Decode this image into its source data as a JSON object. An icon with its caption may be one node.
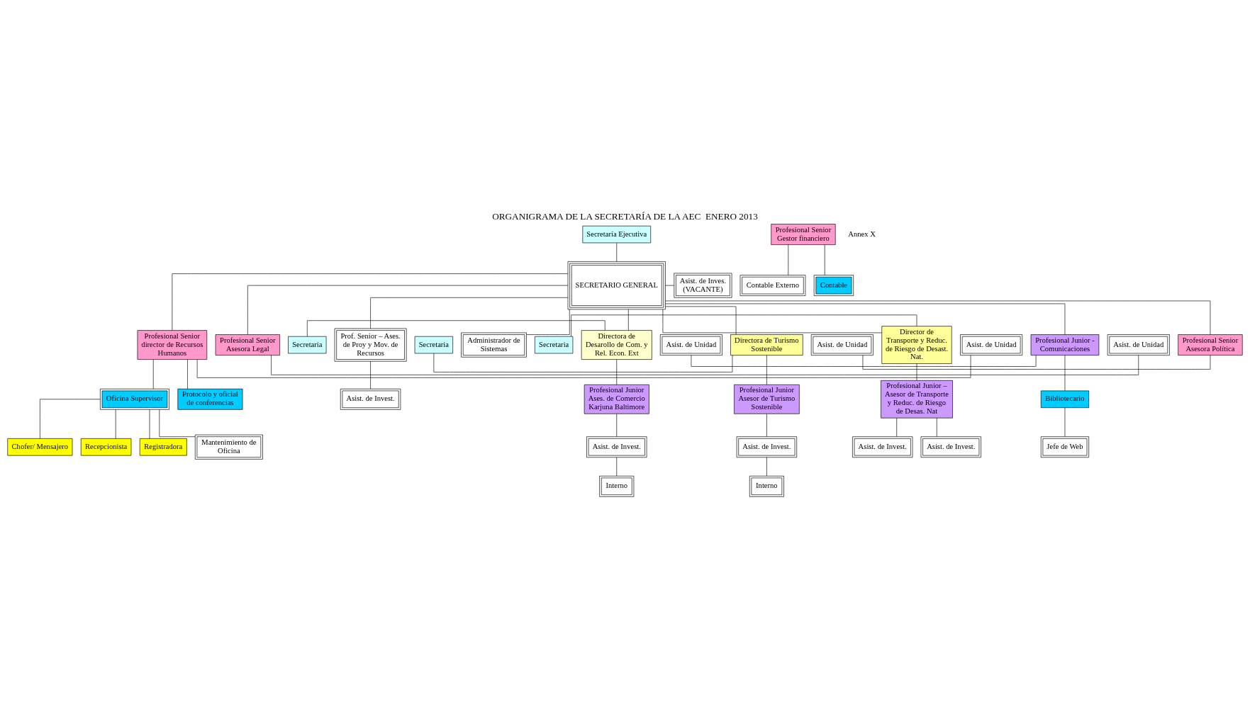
{
  "diagram": {
    "title": "ORGANIGRAMA DE LA SECRETARÍA DE LA AEC  ENERO 2013",
    "nodes": [
      {
        "text": [
          "Secretaría Ejecutiva"
        ]
      },
      {
        "text": [
          "SECRETARIO GENERAL"
        ]
      },
      {
        "text": [
          "Asist. de Inves. (VACANTE)"
        ]
      },
      {
        "text": [
          "Secretaria"
        ]
      },
      {
        "text": [
          "Directora de Desarollo de Com. y Rel. Econ. Ext"
        ]
      },
      {
        "text": [
          "Secretaria"
        ]
      },
      {
        "text": [
          "Directora de Turismo Sostenible"
        ]
      },
      {
        "text": [
          "Secretaria"
        ]
      },
      {
        "text": [
          "Director de Transporte y Reduc. de Riesgo de Desast. Nat."
        ]
      },
      {
        "text": [
          "Prof. Senior – Ases. de Proy y Mov. de Recursos"
        ]
      },
      {
        "text": [
          "Asist. de Unidad"
        ]
      },
      {
        "text": [
          "Profesional Junior - Comunicaciones"
        ]
      },
      {
        "text": [
          "Asist. de Unidad"
        ]
      },
      {
        "text": [
          "Profesional Senior Asesora Política"
        ]
      },
      {
        "text": [
          "Profesional Senior Gestor financiero"
        ]
      },
      {
        "text": [
          "Asist. de Unidad"
        ]
      },
      {
        "text": [
          "Profesional Senior director de Recursos Humanos"
        ]
      },
      {
        "text": [
          "Asist. de Unidad"
        ]
      },
      {
        "text": [
          "Profesional Senior Asesora Legal"
        ]
      },
      {
        "text": [
          "Profesional Junior Ases. de Comercio Karjuna Baltimore"
        ]
      },
      {
        "text": [
          "Profesional Junior Asesor de Turismo Sostenible"
        ]
      },
      {
        "text": [
          "Profesional Junior – Asesor de Transporte y Reduc. de Riesgo de Desas. Nat"
        ]
      },
      {
        "text": [
          "Bibliotecario"
        ]
      },
      {
        "text": [
          "Administrador de Sistemas"
        ]
      },
      {
        "text": [
          "Contable Externo"
        ]
      },
      {
        "text": [
          "Contable"
        ]
      },
      {
        "text": [
          "Oficina Supervisor"
        ]
      },
      {
        "text": [
          "Protocolo y oficial de conferencias"
        ]
      },
      {
        "text": [
          "Asist. de Invest."
        ]
      },
      {
        "text": [
          "Asist. de Invest."
        ]
      },
      {
        "text": [
          "Asist. de Invest."
        ]
      },
      {
        "text": [
          "Asist. de Invest."
        ]
      },
      {
        "text": [
          "Asist. de Invest."
        ]
      },
      {
        "text": [
          "Jefe de Web"
        ]
      },
      {
        "text": [
          "Interno"
        ]
      },
      {
        "text": [
          "Interno"
        ]
      },
      {
        "text": [
          "Chofer/ Mensajero"
        ]
      },
      {
        "text": [
          "Recepcionista"
        ]
      },
      {
        "text": [
          "Registradora"
        ]
      },
      {
        "text": [
          "Mantenimiento de Oficina"
        ]
      }
    ],
    "edges": [
      {
        "from": 0,
        "to": 1,
        "arrow": "none"
      },
      {
        "from": 1,
        "to": 2,
        "arrow": "none"
      },
      {
        "from": 1,
        "to": 4,
        "arrow": "none"
      },
      {
        "from": 1,
        "to": 6,
        "arrow": "none"
      },
      {
        "from": 1,
        "to": 8,
        "arrow": "none"
      },
      {
        "from": 1,
        "to": 9,
        "arrow": "none"
      },
      {
        "from": 1,
        "to": 11,
        "arrow": "none"
      },
      {
        "from": 1,
        "to": 23,
        "arrow": "none"
      },
      {
        "from": 1,
        "to": 13,
        "arrow": "none"
      },
      {
        "from": 1,
        "to": 16,
        "arrow": "none"
      },
      {
        "from": 1,
        "to": 18,
        "arrow": "none"
      },
      {
        "from": 3,
        "to": 4,
        "arrow": "none"
      },
      {
        "from": 5,
        "to": 6,
        "arrow": "none"
      },
      {
        "from": 7,
        "to": 8,
        "arrow": "none"
      },
      {
        "from": 10,
        "to": 11,
        "arrow": "none"
      },
      {
        "from": 12,
        "to": 13,
        "arrow": "none"
      },
      {
        "from": 15,
        "to": 16,
        "arrow": "none"
      },
      {
        "from": 17,
        "to": 18,
        "arrow": "none"
      },
      {
        "from": 4,
        "to": 19,
        "arrow": "none"
      },
      {
        "from": 6,
        "to": 20,
        "arrow": "none"
      },
      {
        "from": 8,
        "to": 21,
        "arrow": "none"
      },
      {
        "from": 11,
        "to": 22,
        "arrow": "none"
      },
      {
        "from": 22,
        "to": 33,
        "arrow": "none"
      },
      {
        "from": 14,
        "to": 24,
        "arrow": "none"
      },
      {
        "from": 14,
        "to": 25,
        "arrow": "none"
      },
      {
        "from": 16,
        "to": 26,
        "arrow": "none"
      },
      {
        "from": 16,
        "to": 27,
        "arrow": "none"
      },
      {
        "from": 19,
        "to": 28,
        "arrow": "none"
      },
      {
        "from": 20,
        "to": 29,
        "arrow": "none"
      },
      {
        "from": 21,
        "to": 30,
        "arrow": "none"
      },
      {
        "from": 21,
        "to": 31,
        "arrow": "none"
      },
      {
        "from": 9,
        "to": 32,
        "arrow": "none"
      },
      {
        "from": 28,
        "to": 34,
        "arrow": "none"
      },
      {
        "from": 29,
        "to": 35,
        "arrow": "none"
      },
      {
        "from": 26,
        "to": 36,
        "arrow": "none"
      },
      {
        "from": 26,
        "to": 37,
        "arrow": "none"
      },
      {
        "from": 26,
        "to": 38,
        "arrow": "none"
      },
      {
        "from": 26,
        "to": 39,
        "arrow": "none"
      }
    ],
    "labels": [
      "Annex X"
    ]
  }
}
